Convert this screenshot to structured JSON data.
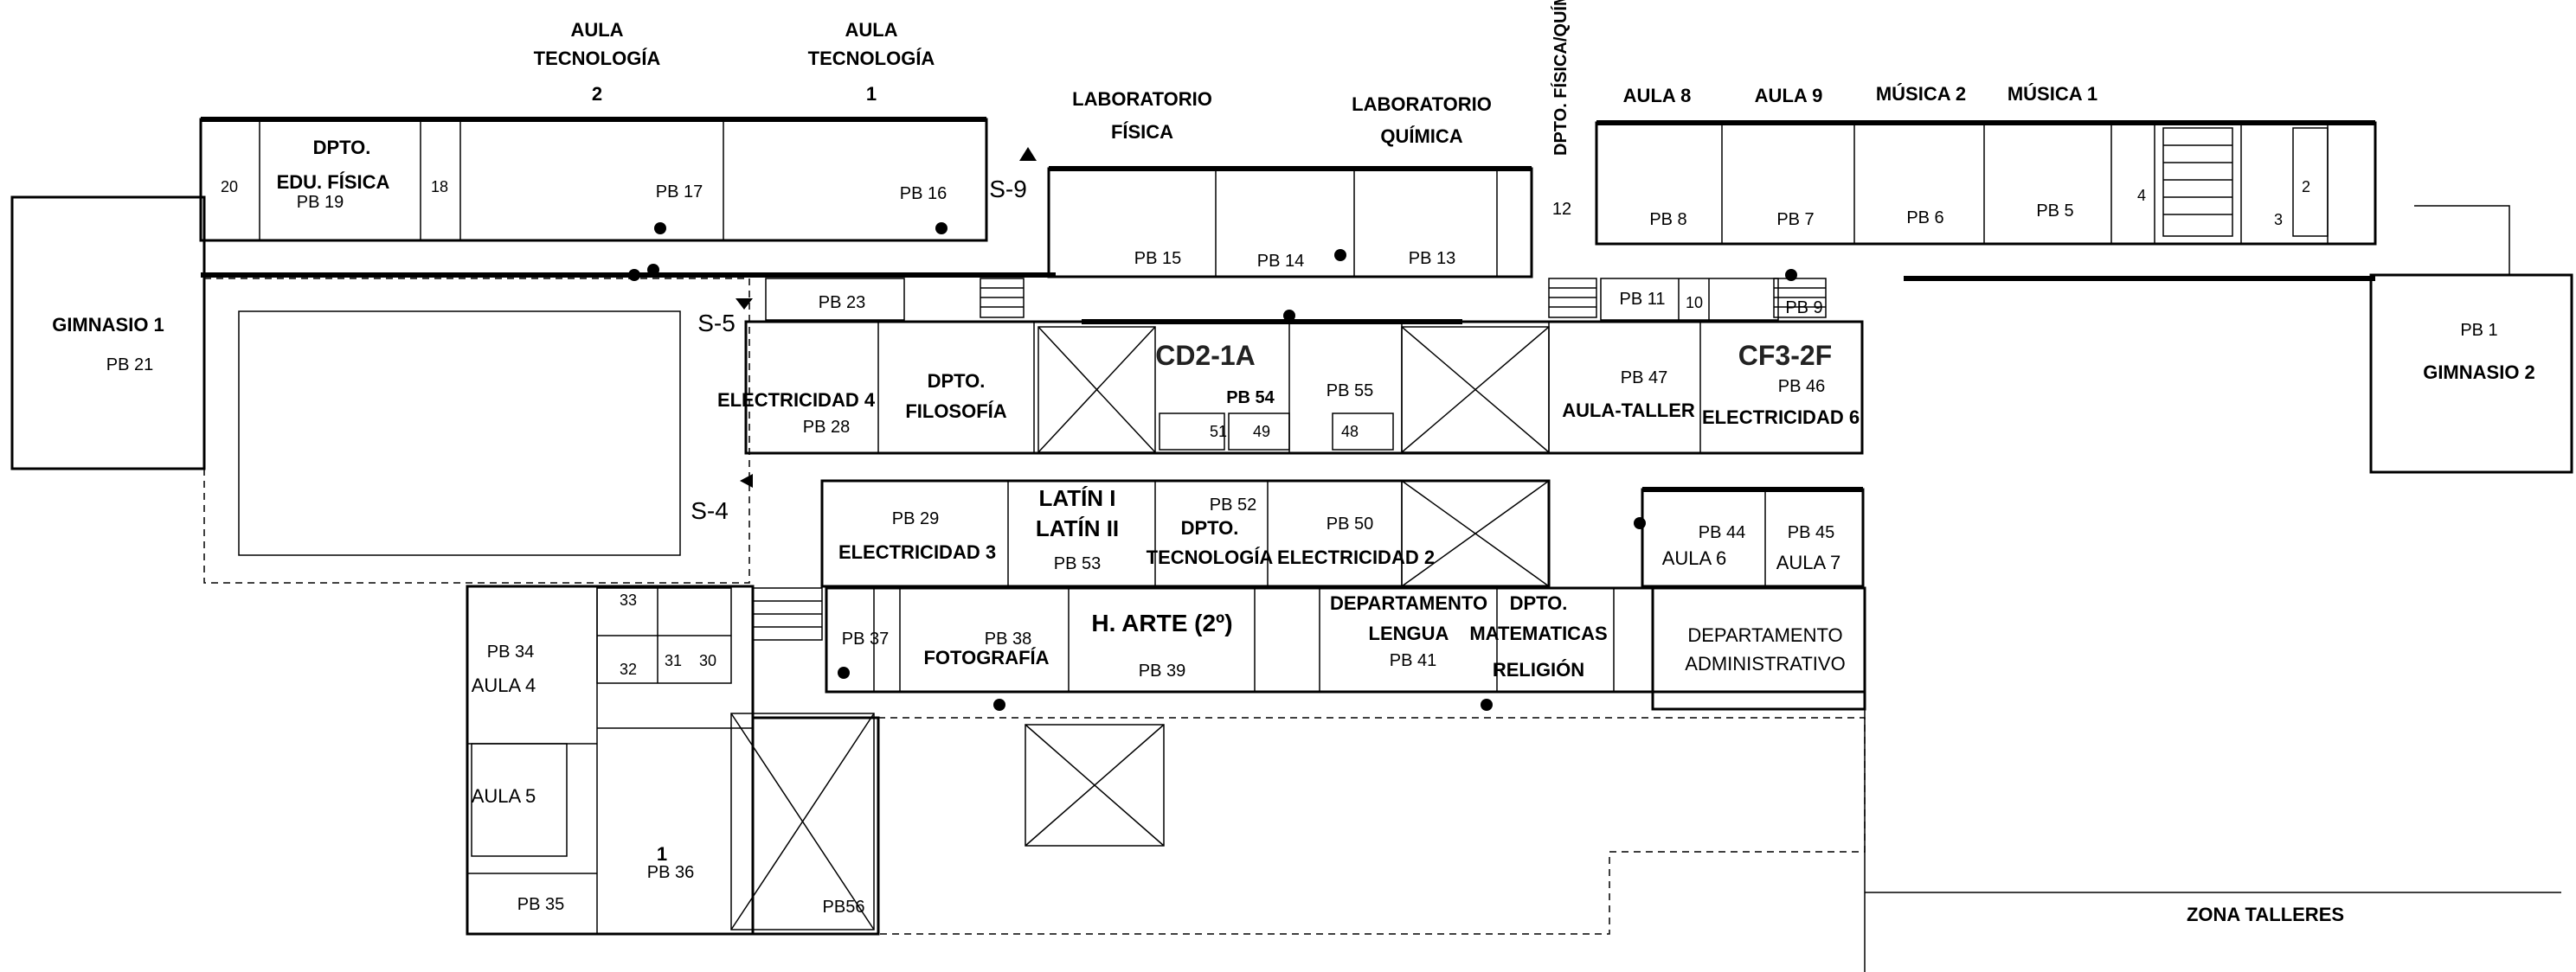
{
  "rooms": {
    "aula_tec_2": [
      "AULA",
      "TECNOLOGÍA",
      "2"
    ],
    "aula_tec_1": [
      "AULA",
      "TECNOLOGÍA",
      "1"
    ],
    "lab_fisica": [
      "LABORATORIO",
      "FÍSICA"
    ],
    "lab_quimica": [
      "LABORATORIO",
      "QUÍMICA"
    ],
    "dpto_fisica_quimica": "DPTO. FÍSICA/QUÍMICA",
    "aula_8": "AULA 8",
    "aula_9": "AULA 9",
    "musica_2": "MÚSICA 2",
    "musica_1": "MÚSICA 1",
    "dpto_edu_fisica": [
      "DPTO.",
      "EDU. FÍSICA"
    ],
    "gimnasio_1": "GIMNASIO 1",
    "gimnasio_2": "GIMNASIO 2",
    "electricidad_4": "ELECTRICIDAD 4",
    "dpto_filosofia": [
      "DPTO.",
      "FILOSOFÍA"
    ],
    "aula_taller": "AULA-TALLER",
    "electricidad_6": "ELECTRICIDAD 6",
    "electricidad_3": "ELECTRICIDAD 3",
    "latin": [
      "LATÍN I",
      "LATÍN II"
    ],
    "dpto_tecnologia": [
      "DPTO.",
      "TECNOLOGÍA"
    ],
    "electricidad_2": "ELECTRICIDAD 2",
    "aula_6": "AULA 6",
    "aula_7": "AULA 7",
    "aula_4": "AULA 4",
    "aula_5": "AULA 5",
    "fotografia": "FOTOGRAFÍA",
    "h_arte": "H. ARTE (2º)",
    "dpto_lengua": [
      "DEPARTAMENTO",
      "LENGUA"
    ],
    "dpto_mat_rel": [
      "DPTO.",
      "MATEMATICAS",
      "RELIGIÓN"
    ],
    "dpto_admin": [
      "DEPARTAMENTO",
      "ADMINISTRATIVO"
    ],
    "zona_talleres": "ZONA TALLERES"
  },
  "room_codes": {
    "pb1": "PB 1",
    "pb5": "PB 5",
    "pb6": "PB 6",
    "pb7": "PB 7",
    "pb8": "PB 8",
    "pb9": "PB 9",
    "pb11": "PB 11",
    "pb13": "PB 13",
    "pb14": "PB 14",
    "pb15": "PB 15",
    "pb16": "PB 16",
    "pb17": "PB 17",
    "pb19": "PB 19",
    "pb21": "PB 21",
    "pb23": "PB 23",
    "pb28": "PB 28",
    "pb29": "PB 29",
    "pb34": "PB 34",
    "pb35": "PB 35",
    "pb36": "PB 36",
    "pb37": "PB 37",
    "pb38": "PB 38",
    "pb39": "PB 39",
    "pb41": "PB 41",
    "pb44": "PB 44",
    "pb45": "PB 45",
    "pb46": "PB 46",
    "pb47": "PB 47",
    "pb50": "PB 50",
    "pb52": "PB 52",
    "pb53": "PB 53",
    "pb54": "PB 54",
    "pb55": "PB 55",
    "pb56": "PB56"
  },
  "small_numbers": {
    "n1": "1",
    "n2": "2",
    "n3": "3",
    "n4": "4",
    "n10": "10",
    "n12": "12",
    "n18": "18",
    "n20": "20",
    "n30": "30",
    "n31": "31",
    "n32": "32",
    "n33": "33",
    "n48": "48",
    "n49": "49",
    "n51": "51"
  },
  "stairs_exits": {
    "s9": "S-9",
    "s5": "S-5",
    "s4": "S-4"
  },
  "overlay_codes": {
    "cd2_1a": "CD2-1A",
    "cf3_2f": "CF3-2F"
  }
}
